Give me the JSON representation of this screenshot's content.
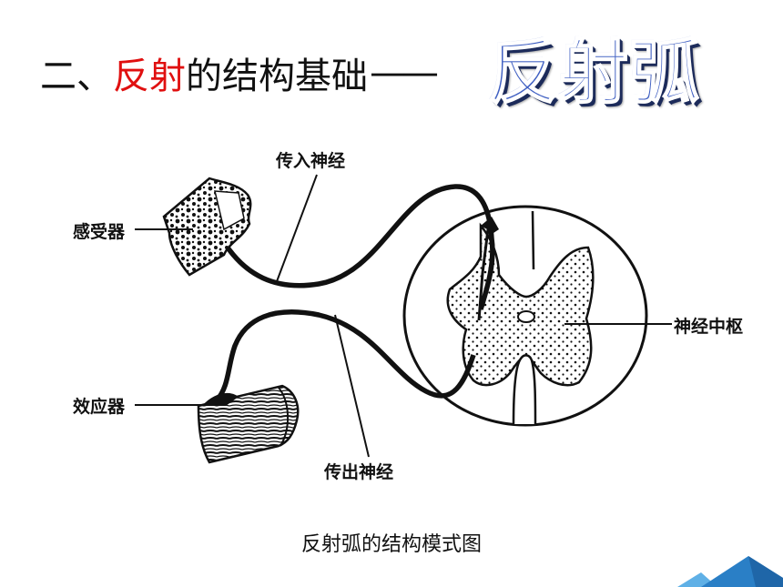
{
  "slide": {
    "heading_prefix": "二、",
    "heading_highlight": "反射",
    "heading_suffix": "的结构基础",
    "heading_dash": "——",
    "wordart": "反射弧",
    "caption": "反射弧的结构模式图",
    "colors": {
      "highlight": "#e01010",
      "wordart": "#3f5fc2",
      "decoration": "#3a8fd0"
    }
  },
  "diagram": {
    "labels": {
      "afferent": "传入神经",
      "receptor": "感受器",
      "center": "神经中枢",
      "effector": "效应器",
      "efferent": "传出神经"
    }
  }
}
